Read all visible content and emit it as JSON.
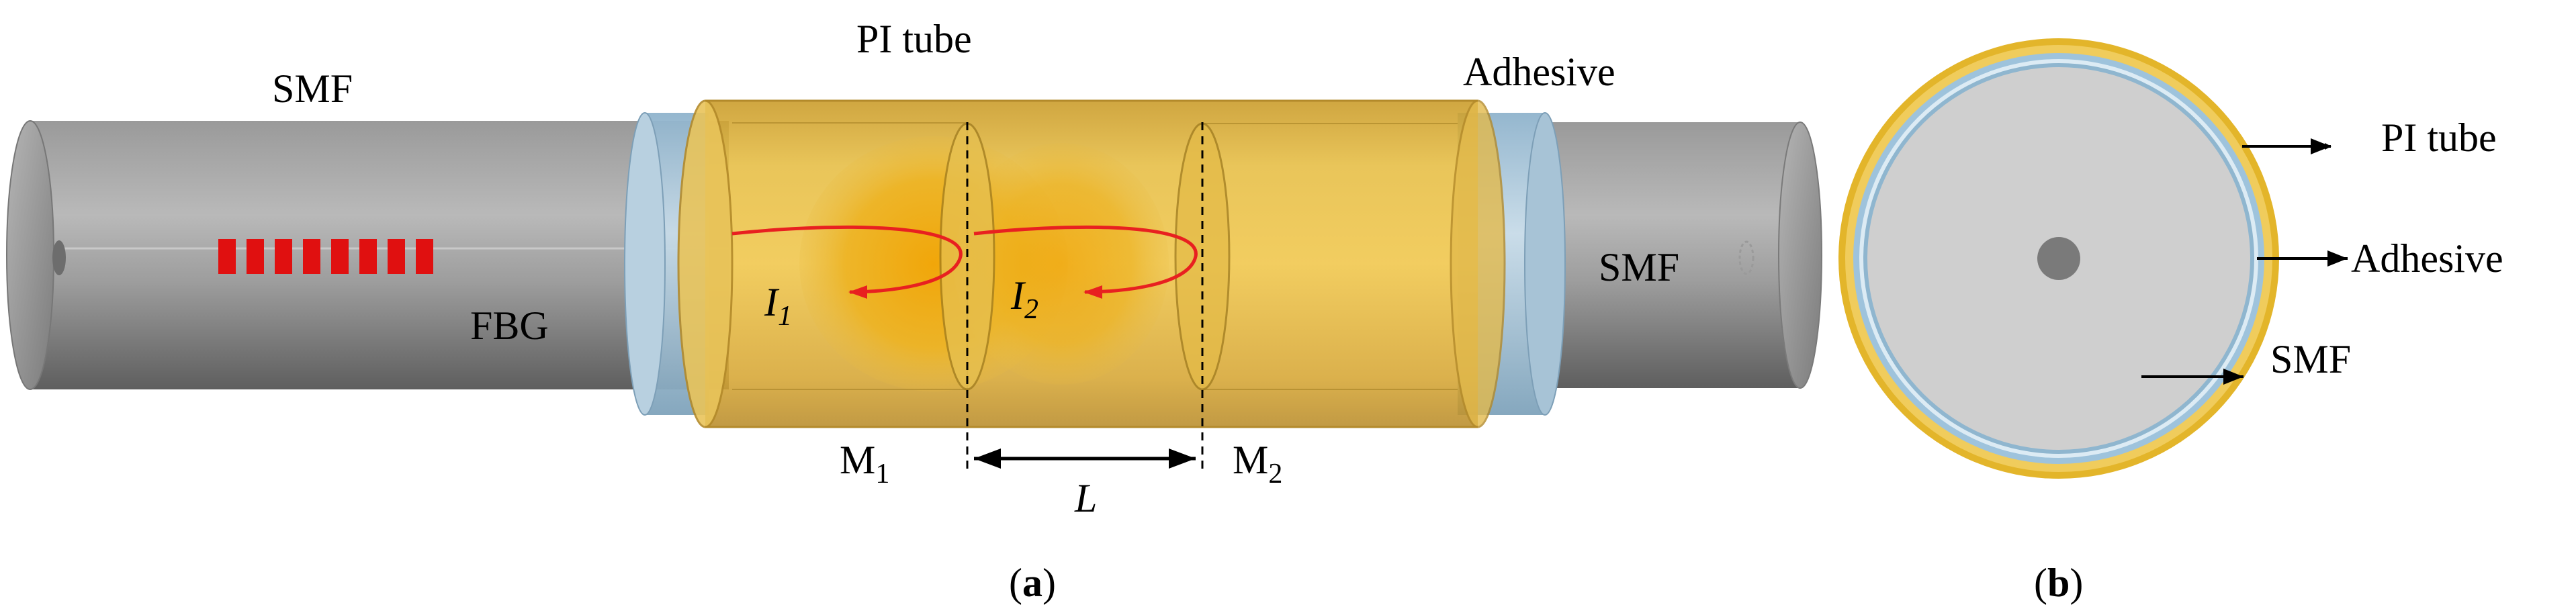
{
  "panel_a": {
    "caption_open": "(",
    "caption_letter": "a",
    "caption_close": ")",
    "labels": {
      "smf_left": "SMF",
      "pi_tube": "PI tube",
      "adhesive": "Adhesive",
      "smf_right": "SMF",
      "fbg": "FBG",
      "i1_base": "I",
      "i1_sub": "1",
      "i2_base": "I",
      "i2_sub": "2",
      "m1_base": "M",
      "m1_sub": "1",
      "m2_base": "M",
      "m2_sub": "2",
      "length": "L"
    },
    "fbg_grating_count": 8
  },
  "panel_b": {
    "caption_open": "(",
    "caption_letter": "b",
    "caption_close": ")",
    "labels": {
      "pi_tube": "PI tube",
      "adhesive": "Adhesive",
      "smf": "SMF"
    }
  },
  "colors": {
    "fiber_gray": "#8e8e8e",
    "pi_tube_gold": "#e3b52a",
    "adhesive_blue": "#9ec3dc",
    "fbg_red": "#e01010",
    "arrow_red": "#e82020",
    "cross_section_gray": "#cfcfcf"
  }
}
